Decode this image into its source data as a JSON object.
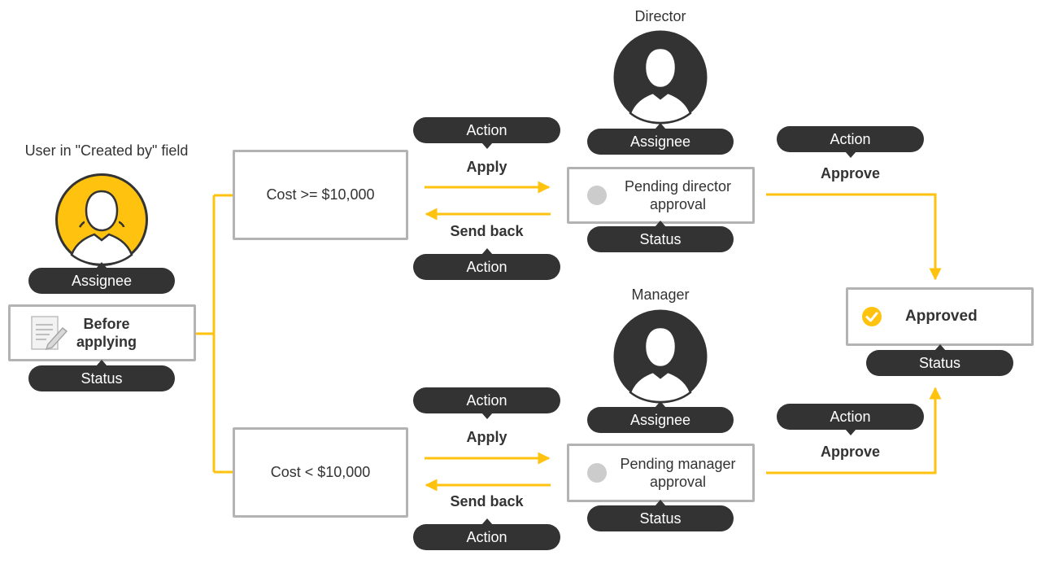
{
  "colors": {
    "accent": "#FFC20E",
    "dark": "#333333",
    "border": "#B3B3B3",
    "pending_dot": "#CCCCCC"
  },
  "creator": {
    "caption": "User in \"Created by\" field",
    "assignee_label": "Assignee",
    "status_text": "Before applying",
    "status_label": "Status",
    "status_icon": "document-edit-icon"
  },
  "branches": [
    {
      "condition": "Cost >= $10,000",
      "apply_action_label": "Action",
      "apply_text": "Apply",
      "sendback_text": "Send back",
      "sendback_action_label": "Action"
    },
    {
      "condition": "Cost < $10,000",
      "apply_action_label": "Action",
      "apply_text": "Apply",
      "sendback_text": "Send back",
      "sendback_action_label": "Action"
    }
  ],
  "approvers": [
    {
      "caption": "Director",
      "assignee_label": "Assignee",
      "status_text": "Pending director approval",
      "status_label": "Status",
      "approve_action_label": "Action",
      "approve_text": "Approve"
    },
    {
      "caption": "Manager",
      "assignee_label": "Assignee",
      "status_text": "Pending manager approval",
      "status_label": "Status",
      "approve_action_label": "Action",
      "approve_text": "Approve"
    }
  ],
  "final": {
    "status_text": "Approved",
    "status_label": "Status",
    "status_icon": "check-circle-icon"
  }
}
